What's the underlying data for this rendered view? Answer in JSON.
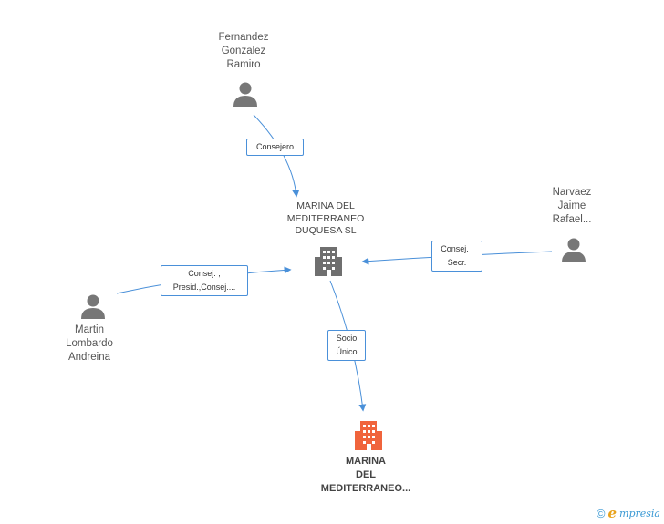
{
  "nodes": {
    "fernandez": [
      "Fernandez",
      "Gonzalez",
      "Ramiro"
    ],
    "narvaez": [
      "Narvaez",
      "Jaime",
      "Rafael..."
    ],
    "martin": [
      "Martin",
      "Lombardo",
      "Andreina"
    ],
    "company": [
      "MARINA DEL",
      "MEDITERRANEO",
      "DUQUESA SL"
    ],
    "target": [
      "MARINA",
      "DEL",
      "MEDITERRANEO..."
    ]
  },
  "edges": {
    "consejero": [
      "Consejero"
    ],
    "consej_secr": [
      "Consej. ,",
      "Secr."
    ],
    "consej_presid": [
      "Consej. ,",
      "Presid.,Consej...."
    ],
    "socio_unico": [
      "Socio",
      "Único"
    ]
  },
  "footer": {
    "copyright": "©",
    "brand_initial": "e",
    "brand_rest": "mpresia"
  },
  "colors": {
    "person_icon": "#777777",
    "company_icon": "#6f6f6f",
    "target_icon": "#f0643c",
    "edge_line": "#4a90d9"
  }
}
